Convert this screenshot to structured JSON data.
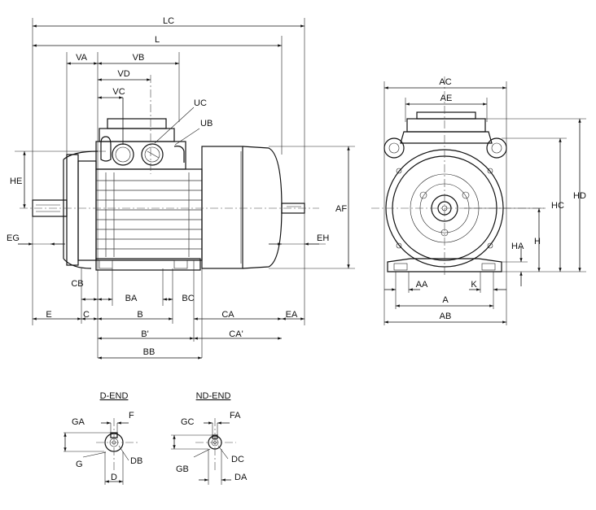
{
  "side_view": {
    "labels": {
      "LC": "LC",
      "L": "L",
      "VA": "VA",
      "VB": "VB",
      "VD": "VD",
      "VC": "VC",
      "UC": "UC",
      "UB": "UB",
      "HE": "HE",
      "EG": "EG",
      "AF": "AF",
      "EH": "EH",
      "CB": "CB",
      "BA": "BA",
      "BC": "BC",
      "E": "E",
      "C": "C",
      "B": "B",
      "CA": "CA",
      "EA": "EA",
      "B_prime": "B'",
      "CA_prime": "CA'",
      "BB": "BB"
    }
  },
  "end_view": {
    "labels": {
      "AC": "AC",
      "AE": "AE",
      "HD": "HD",
      "HC": "HC",
      "H": "H",
      "HA": "HA",
      "AA": "AA",
      "K": "K",
      "A": "A",
      "AB": "AB"
    }
  },
  "d_end": {
    "title": "D-END",
    "labels": {
      "GA": "GA",
      "F": "F",
      "G": "G",
      "DB": "DB",
      "D": "D"
    }
  },
  "nd_end": {
    "title": "ND-END",
    "labels": {
      "GC": "GC",
      "FA": "FA",
      "GB": "GB",
      "DC": "DC",
      "DA": "DA"
    }
  }
}
